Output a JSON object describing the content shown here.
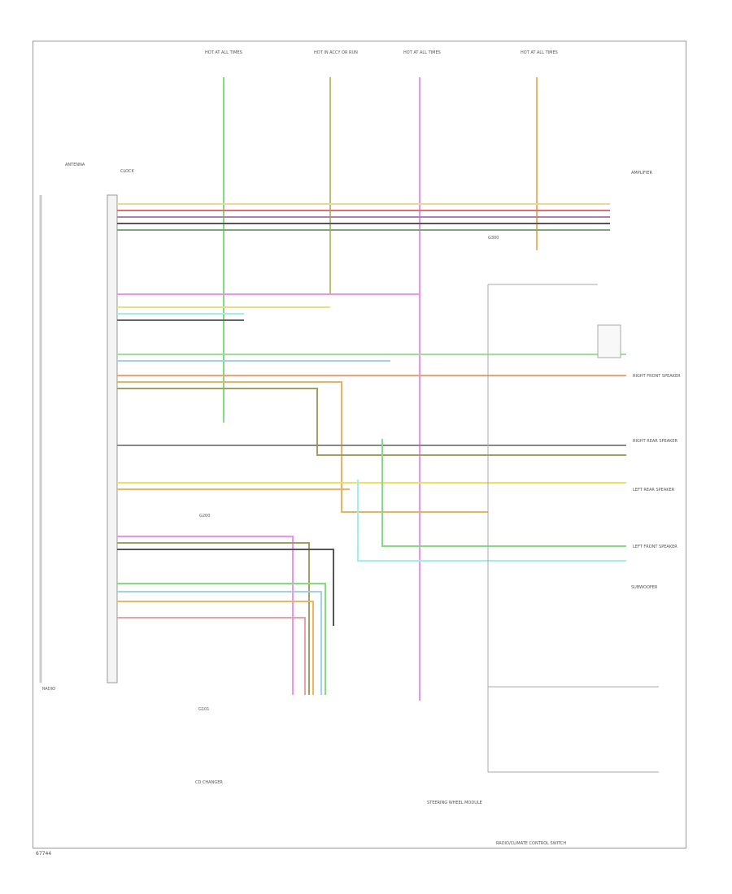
{
  "diagram": {
    "footer_code": "67744",
    "labels": {
      "fuse_title_1": "HOT AT ALL TIMES",
      "fuse_title_2": "HOT IN ACCY OR RUN",
      "fuse_title_3": "HOT AT ALL TIMES",
      "fuse_title_4": "HOT AT ALL TIMES",
      "antenna": "ANTENNA",
      "clock": "CLOCK",
      "radio": "RADIO",
      "cd_changer": "CD CHANGER",
      "left_front_speaker": "LEFT FRONT SPEAKER",
      "right_front_speaker": "RIGHT FRONT SPEAKER",
      "left_rear_speaker": "LEFT REAR SPEAKER",
      "right_rear_speaker": "RIGHT REAR SPEAKER",
      "amplifier": "AMPLIFIER",
      "subwoofer": "SUBWOOFER",
      "steering_wheel_switch": "RADIO/CLIMATE CONTROL SWITCH",
      "steering_wheel_module": "STEERING WHEEL MODULE",
      "ground_1": "G101",
      "ground_2": "G200",
      "ground_3": "G300"
    }
  }
}
